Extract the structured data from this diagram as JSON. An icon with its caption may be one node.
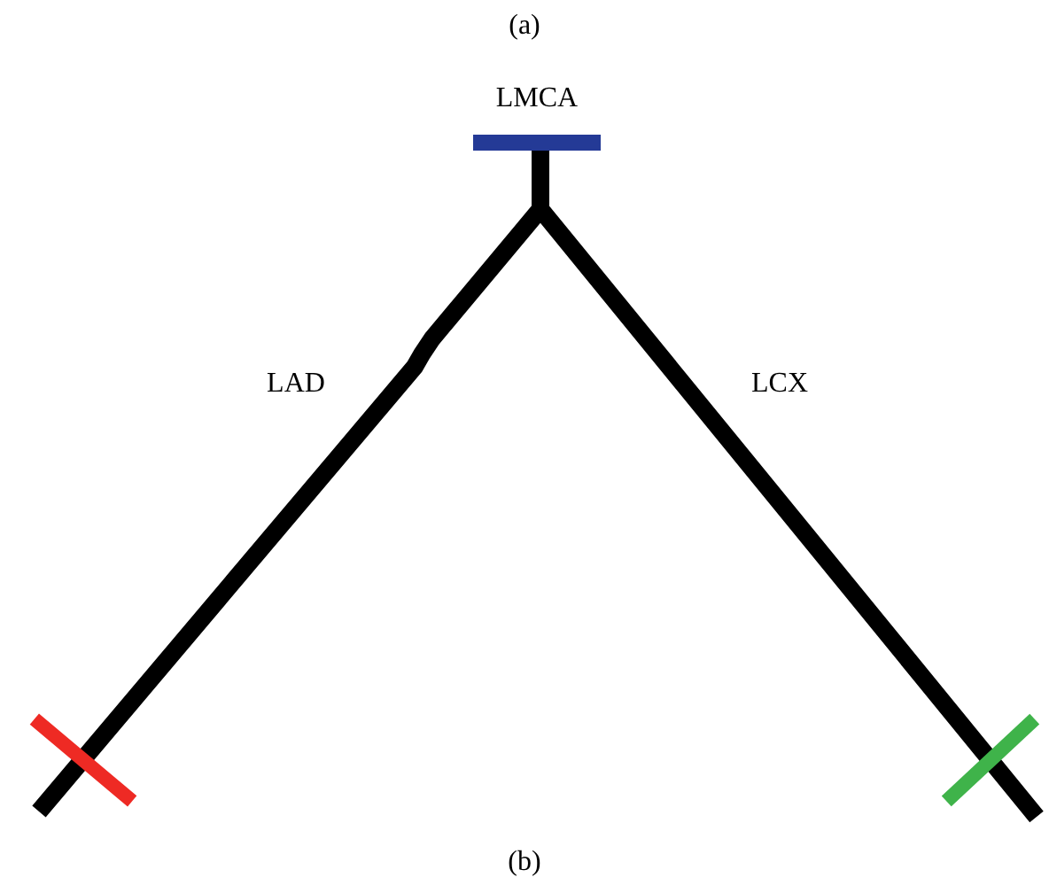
{
  "diagram": {
    "nodes": [
      {
        "text": [
          "LMCA"
        ]
      },
      {
        "text": [],
        "shape": "bar"
      },
      {
        "text": [],
        "shape": "bar"
      }
    ],
    "edges": [
      {
        "from": 0,
        "to": 1,
        "arrow": "none",
        "label": "LAD"
      },
      {
        "from": 0,
        "to": 2,
        "arrow": "none",
        "label": "LCX"
      }
    ],
    "labels": [
      "(a)",
      "(b)"
    ]
  }
}
